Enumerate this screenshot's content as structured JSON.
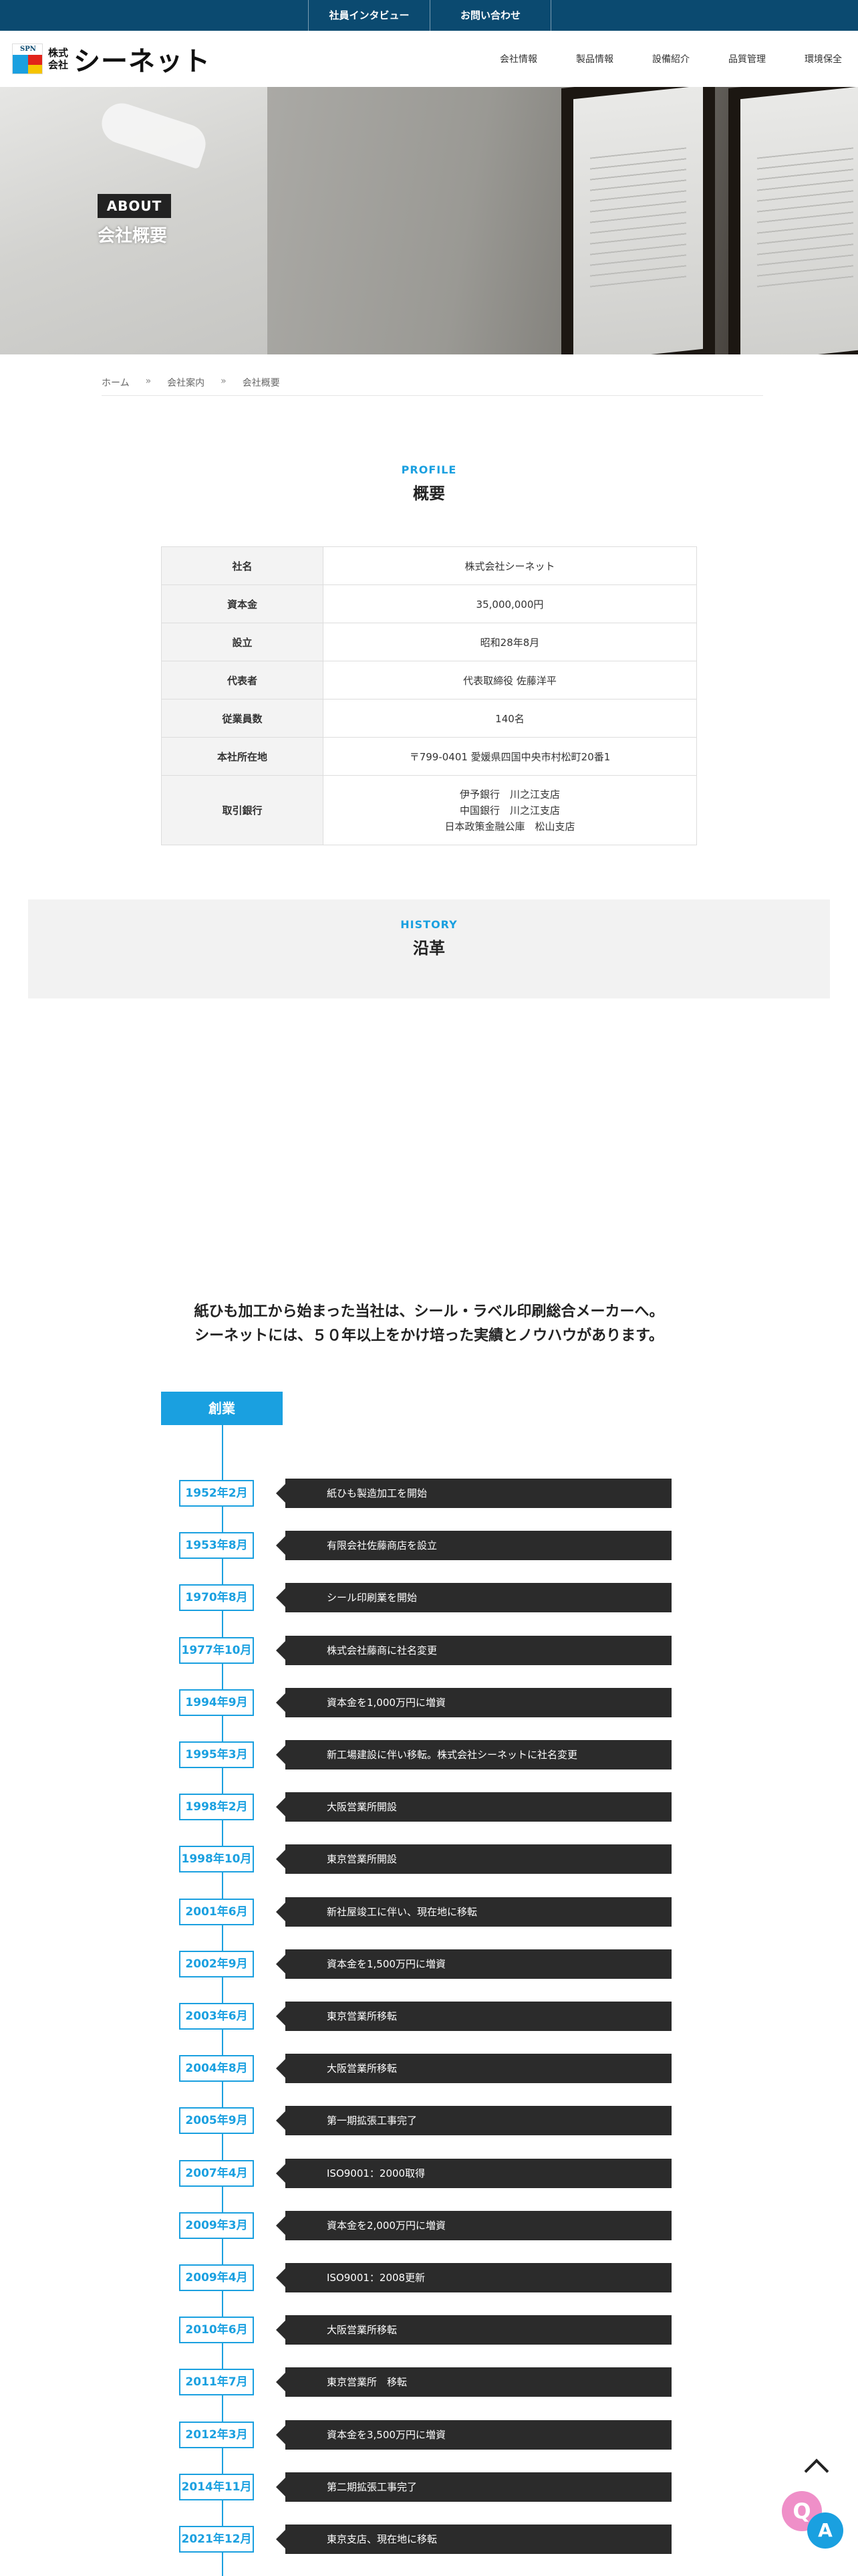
{
  "topbar": {
    "links": [
      "社員インタビュー",
      "お問い合わせ"
    ]
  },
  "header": {
    "logo_mark": "SPN",
    "logo_small": "株式会社",
    "logo_name": "シーネット",
    "nav": [
      "会社情報",
      "製品情報",
      "設備紹介",
      "品質管理",
      "環境保全"
    ]
  },
  "hero": {
    "badge": "ABOUT",
    "title": "会社概要"
  },
  "breadcrumb": [
    "ホーム",
    "会社案内",
    "会社概要"
  ],
  "breadcrumb_sep": "»",
  "profile": {
    "en": "PROFILE",
    "ja": "概要",
    "rows": [
      {
        "label": "社名",
        "value": "株式会社シーネット"
      },
      {
        "label": "資本金",
        "value": "35,000,000円"
      },
      {
        "label": "設立",
        "value": "昭和28年8月"
      },
      {
        "label": "代表者",
        "value": "代表取締役 佐藤洋平"
      },
      {
        "label": "従業員数",
        "value": "140名"
      },
      {
        "label": "本社所在地",
        "value": "〒799-0401 愛媛県四国中央市村松町20番1"
      }
    ],
    "bank_label": "取引銀行",
    "banks": [
      "伊予銀行　川之江支店",
      "中国銀行　川之江支店",
      "日本政策金融公庫　松山支店"
    ]
  },
  "history": {
    "en": "HISTORY",
    "ja": "沿革",
    "intro_line1": "紙ひも加工から始まった当社は、シール・ラベル印刷総合メーカーへ。",
    "intro_line2": "シーネットには、５０年以上をかけ培った実績とノウハウがあります。",
    "founding_label": "創業",
    "events": [
      {
        "date": "1952年2月",
        "text": "紙ひも製造加工を開始"
      },
      {
        "date": "1953年8月",
        "text": "有限会社佐藤商店を設立"
      },
      {
        "date": "1970年8月",
        "text": "シール印刷業を開始"
      },
      {
        "date": "1977年10月",
        "text": "株式会社藤商に社名変更"
      },
      {
        "date": "1994年9月",
        "text": "資本金を1,000万円に増資"
      },
      {
        "date": "1995年3月",
        "text": "新工場建設に伴い移転。株式会社シーネットに社名変更"
      },
      {
        "date": "1998年2月",
        "text": "大阪営業所開設"
      },
      {
        "date": "1998年10月",
        "text": "東京営業所開設"
      },
      {
        "date": "2001年6月",
        "text": "新社屋竣工に伴い、現在地に移転"
      },
      {
        "date": "2002年9月",
        "text": "資本金を1,500万円に増資"
      },
      {
        "date": "2003年6月",
        "text": "東京営業所移転"
      },
      {
        "date": "2004年8月",
        "text": "大阪営業所移転"
      },
      {
        "date": "2005年9月",
        "text": "第一期拡張工事完了"
      },
      {
        "date": "2007年4月",
        "text": "ISO9001：2000取得"
      },
      {
        "date": "2009年3月",
        "text": "資本金を2,000万円に増資"
      },
      {
        "date": "2009年4月",
        "text": "ISO9001：2008更新"
      },
      {
        "date": "2010年6月",
        "text": "大阪営業所移転"
      },
      {
        "date": "2011年7月",
        "text": "東京営業所　移転"
      },
      {
        "date": "2012年3月",
        "text": "資本金を3,500万円に増資"
      },
      {
        "date": "2014年11月",
        "text": "第二期拡張工事完了"
      },
      {
        "date": "2021年12月",
        "text": "東京支店、現在地に移転"
      }
    ]
  },
  "floating": {
    "q": "Q",
    "a": "A"
  },
  "colors": {
    "accent": "#1aa0e0",
    "topbar": "#0b4a70",
    "event_bg": "#2b2b2b"
  }
}
